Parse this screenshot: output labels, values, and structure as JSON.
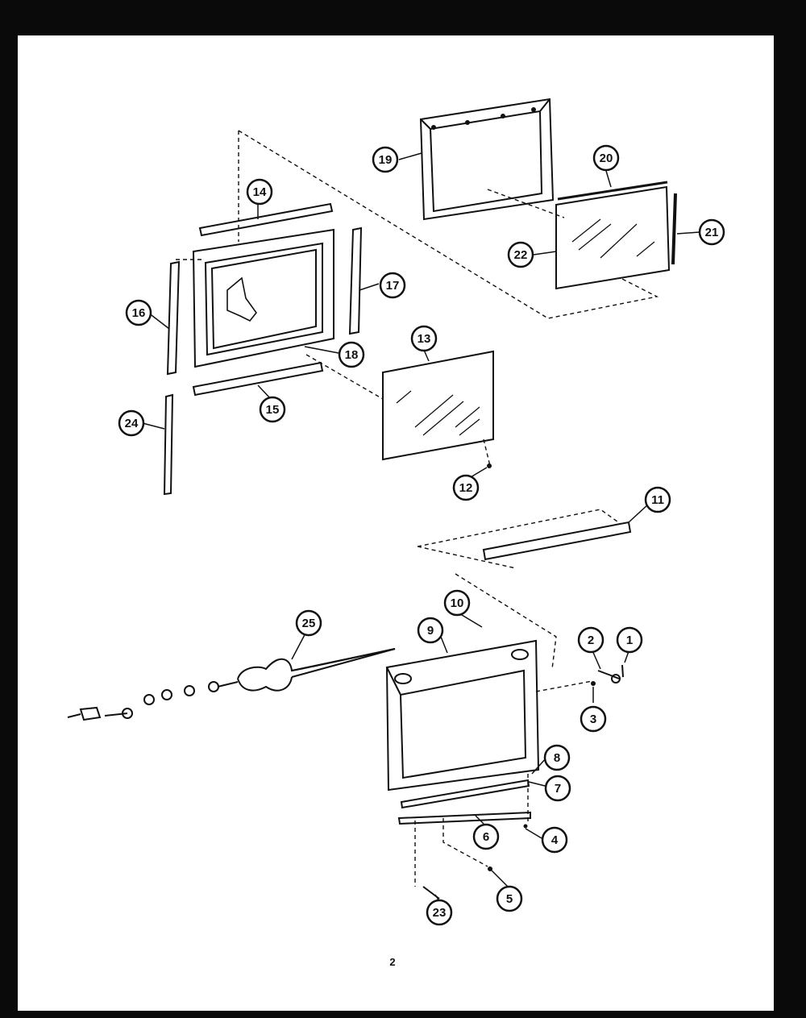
{
  "page_number": "2",
  "callouts": [
    "1",
    "2",
    "3",
    "4",
    "5",
    "6",
    "7",
    "8",
    "9",
    "10",
    "11",
    "12",
    "13",
    "14",
    "15",
    "16",
    "17",
    "18",
    "19",
    "20",
    "21",
    "22",
    "23",
    "24",
    "25"
  ]
}
